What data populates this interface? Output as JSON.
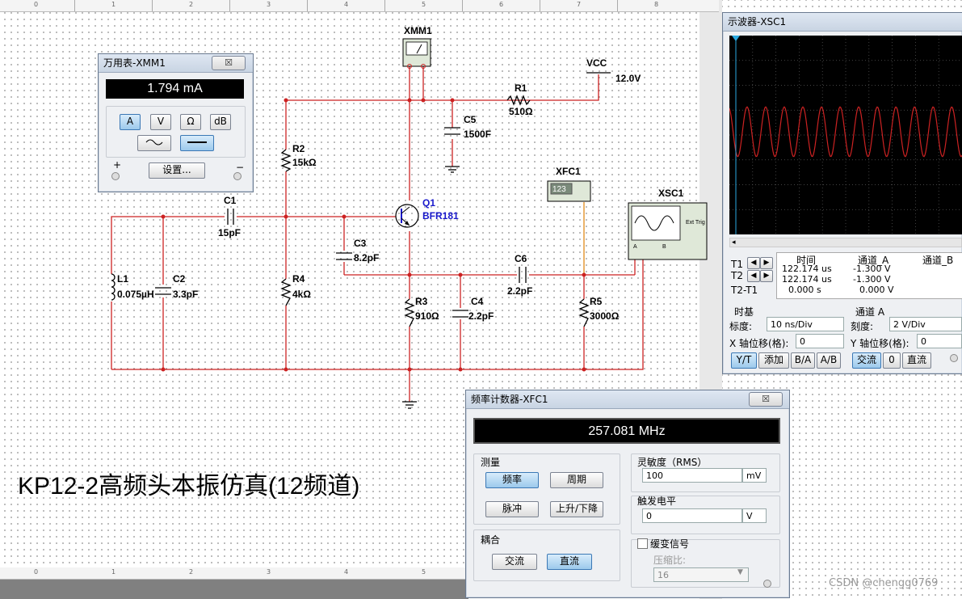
{
  "schematic": {
    "title": "KP12-2高频头本振仿真(12频道)",
    "watermark": "CSDN @chengg0769",
    "ruler_numbers": [
      "0",
      "1",
      "2",
      "3",
      "4",
      "5",
      "6",
      "7",
      "8"
    ],
    "labels": {
      "xmm1": "XMM1",
      "vcc": "VCC",
      "vcc_val": "12.0V",
      "r1": "R1",
      "r1_val": "510Ω",
      "c5": "C5",
      "c5_val": "1500F",
      "r2": "R2",
      "r2_val": "15kΩ",
      "c1": "C1",
      "c1_val": "15pF",
      "q1": "Q1",
      "q1_val": "BFR181",
      "xfc1": "XFC1",
      "xfc1_box": "123",
      "xsc1": "XSC1",
      "ext_trig": "Ext Trig",
      "ch_a": "A",
      "ch_b": "B",
      "c3": "C3",
      "c3_val": "8.2pF",
      "c6": "C6",
      "c6_val": "2.2pF",
      "l1": "L1",
      "l1_val": "0.075µH",
      "c2": "C2",
      "c2_val": "3.3pF",
      "r4": "R4",
      "r4_val": "4kΩ",
      "r3": "R3",
      "r3_val": "910Ω",
      "c4": "C4",
      "c4_val": "2.2pF",
      "r5": "R5",
      "r5_val": "3000Ω"
    }
  },
  "multimeter": {
    "title": "万用表-XMM1",
    "close": "☒",
    "reading": "1.794 mA",
    "modes": [
      "A",
      "V",
      "Ω",
      "dB"
    ],
    "active_mode": "A",
    "settings_label": "设置...",
    "plus": "+",
    "minus": "−"
  },
  "oscilloscope": {
    "title": "示波器-XSC1",
    "table_headers": [
      "时间",
      "通道_A",
      "通道_B"
    ],
    "rows": [
      {
        "label": "T1",
        "time": "122.174 us",
        "a": "-1.300 V",
        "b": ""
      },
      {
        "label": "T2",
        "time": "122.174 us",
        "a": "-1.300 V",
        "b": ""
      },
      {
        "label": "T2-T1",
        "time": "0.000 s",
        "a": "0.000 V",
        "b": ""
      }
    ],
    "timebase": {
      "heading": "时基",
      "scale_label": "标度:",
      "scale": "10 ns/Div",
      "xpos_label": "X 轴位移(格):",
      "xpos": "0"
    },
    "channel_a": {
      "heading": "通道 A",
      "scale_label": "刻度:",
      "scale": "2 V/Div",
      "ypos_label": "Y 轴位移(格):",
      "ypos": "0"
    },
    "mode_buttons": [
      "Y/T",
      "添加",
      "B/A",
      "A/B"
    ],
    "coupling_buttons": [
      "交流",
      "0",
      "直流"
    ],
    "waveform": {
      "amplitude_div": 1.0,
      "cycles_shown": 12.5,
      "color": "#cc2222"
    }
  },
  "freq_counter": {
    "title": "频率计数器-XFC1",
    "close": "☒",
    "reading": "257.081 MHz",
    "measure_heading": "测量",
    "measure_buttons": [
      "频率",
      "周期",
      "脉冲",
      "上升/下降"
    ],
    "active_measure": "频率",
    "coupling_heading": "耦合",
    "coupling_buttons": [
      "交流",
      "直流"
    ],
    "active_coupling": "直流",
    "sensitivity_label": "灵敏度（RMS）",
    "sensitivity": "100",
    "sensitivity_unit": "mV",
    "trigger_label": "触发电平",
    "trigger": "0",
    "trigger_unit": "V",
    "slow_signal_label": "缓变信号",
    "slow_signal_checked": false,
    "compress_label": "压缩比:",
    "compress": "16"
  }
}
